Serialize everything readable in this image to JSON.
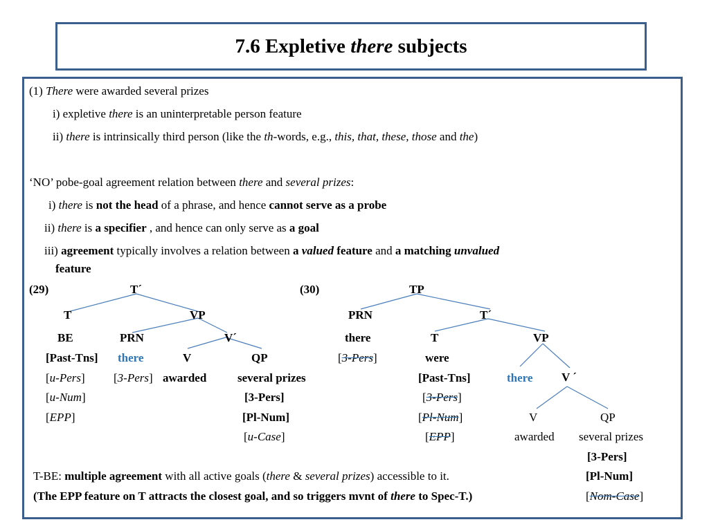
{
  "title": {
    "num": "7.6 Expletive ",
    "there": "there",
    "rest": " subjects"
  },
  "intro": {
    "l1_a": "(1) ",
    "l1_b": "There",
    "l1_c": " were awarded several prizes",
    "l2_a": "i) expletive ",
    "l2_b": "there",
    "l2_c": " is an uninterpretable person feature",
    "l3_a": "ii) ",
    "l3_b": "there",
    "l3_c": " is intrinsically third person (like the ",
    "l3_d": "th",
    "l3_e": "-words, e.g., ",
    "l3_f": "this, that, these, those",
    "l3_g": " and ",
    "l3_h": "the",
    "l3_i": ")"
  },
  "no": {
    "l1_a": "‘NO’ pobe-goal agreement relation between ",
    "l1_b": "there",
    "l1_c": " and ",
    "l1_d": "several prizes",
    "l1_e": ":",
    "l2_a": "i) ",
    "l2_b": "there",
    "l2_c": " is ",
    "l2_d": "not the head",
    "l2_e": " of a phrase, and hence ",
    "l2_f": "cannot serve as a probe",
    "l3_a": "ii) ",
    "l3_b": "there",
    "l3_c": " is ",
    "l3_d": "a specifier",
    "l3_e": " , and hence can only serve as ",
    "l3_f": "a goal",
    "l4_a": "iii) ",
    "l4_b": "agreement",
    "l4_c": " typically involves a relation between ",
    "l4_d": "a ",
    "l4_e": "valued",
    "l4_f": " feature",
    "l4_g": " and ",
    "l4_h": "a matching ",
    "l4_i": "unvalued",
    "l5": "feature"
  },
  "tree29": {
    "label": "(29)",
    "root": "T´",
    "t": "T",
    "vp": "VP",
    "be": "BE",
    "prn": "PRN",
    "vbar": "V´",
    "past": "[Past-Tns]",
    "there": "there",
    "v": "V",
    "qp": "QP",
    "upers_a": "[",
    "upers_b": "u-Pers",
    "upers_c": "]",
    "pers3_a": "[",
    "pers3_b": "3-Pers",
    "pers3_c": "]",
    "awarded": "awarded",
    "several": "several prizes",
    "unum_a": "[",
    "unum_b": "u-Num",
    "unum_c": "]",
    "qp3pers": "[3-Pers]",
    "epp_a": "[",
    "epp_b": "EPP",
    "epp_c": "]",
    "plnum": "[Pl-Num]",
    "ucase_a": "[",
    "ucase_b": "u-Case",
    "ucase_c": "]"
  },
  "tree30": {
    "label": "(30)",
    "root": "TP",
    "prn": "PRN",
    "tbar": "T´",
    "there": "there",
    "t": "T",
    "vp": "VP",
    "pers_a": "[",
    "pers_b": "3-Pers",
    "pers_c": "]",
    "were": "were",
    "past": "[Past-Tns]",
    "there2": "there",
    "vbar": "V ´",
    "pers2_a": "[",
    "pers2_b": "3-Pers",
    "pers2_c": "]",
    "plnum_a": "[",
    "plnum_b": "Pl-Num",
    "plnum_c": "]",
    "v": "V",
    "qp": "QP",
    "epp_a": "[",
    "epp_b": "EPP",
    "epp_c": "]",
    "awarded": "awarded",
    "several": "several prizes",
    "f1": "[3-Pers]",
    "f2": "[Pl-Num]",
    "nc_a": "[",
    "nc_b": "Nom-Case",
    "nc_c": "]"
  },
  "footer": {
    "l1_a": "T-BE:  ",
    "l1_b": "multiple agreement",
    "l1_c": " with all active goals (",
    "l1_d": "there",
    "l1_e": " & ",
    "l1_f": "several prizes",
    "l1_g": ") accessible to it.",
    "l2_a": "(The EPP feature on T attracts the closest goal, and so triggers mvnt of ",
    "l2_b": "there",
    "l2_c": " to Spec-T.",
    "l2_d": ")"
  },
  "colors": {
    "border": "#3a5f8c",
    "line": "#4a7ebb",
    "blue": "#2e75b6"
  }
}
